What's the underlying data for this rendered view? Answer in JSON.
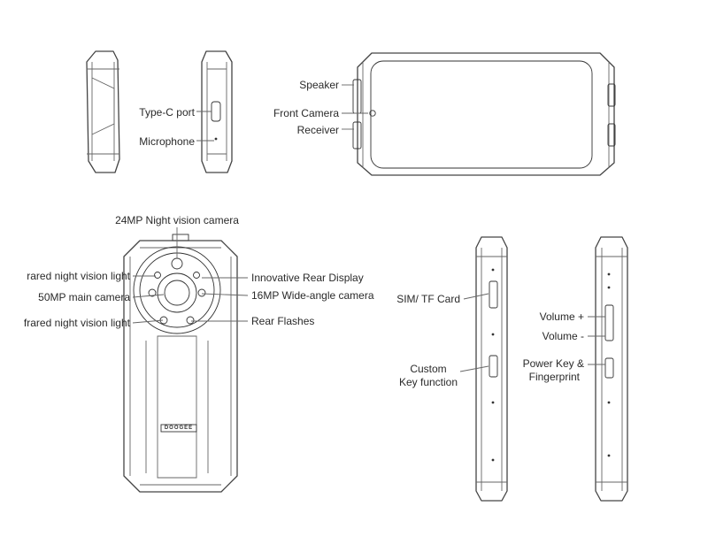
{
  "labels": {
    "speaker": "Speaker",
    "front_camera": "Front Camera",
    "receiver": "Receiver",
    "type_c_port": "Type-C port",
    "microphone": "Microphone",
    "night_vision_camera": "24MP Night vision camera",
    "ir_light_top": "rared night vision light",
    "main_camera": "50MP main camera",
    "ir_light_bottom": "frared night vision light",
    "rear_display": "Innovative Rear Display",
    "wide_angle_camera": "16MP Wide-angle camera",
    "rear_flashes": "Rear Flashes",
    "sim_tf_card": "SIM/ TF Card",
    "custom_key_line1": "Custom",
    "custom_key_line2": "Key function",
    "volume_plus": "Volume +",
    "volume_minus": "Volume -",
    "power_key_line1": "Power Key &",
    "power_key_line2": "Fingerprint",
    "brand_logo": "DOOGEE"
  },
  "colors": {
    "line": "#444444",
    "text": "#2a2a2a",
    "background": "#ffffff"
  }
}
